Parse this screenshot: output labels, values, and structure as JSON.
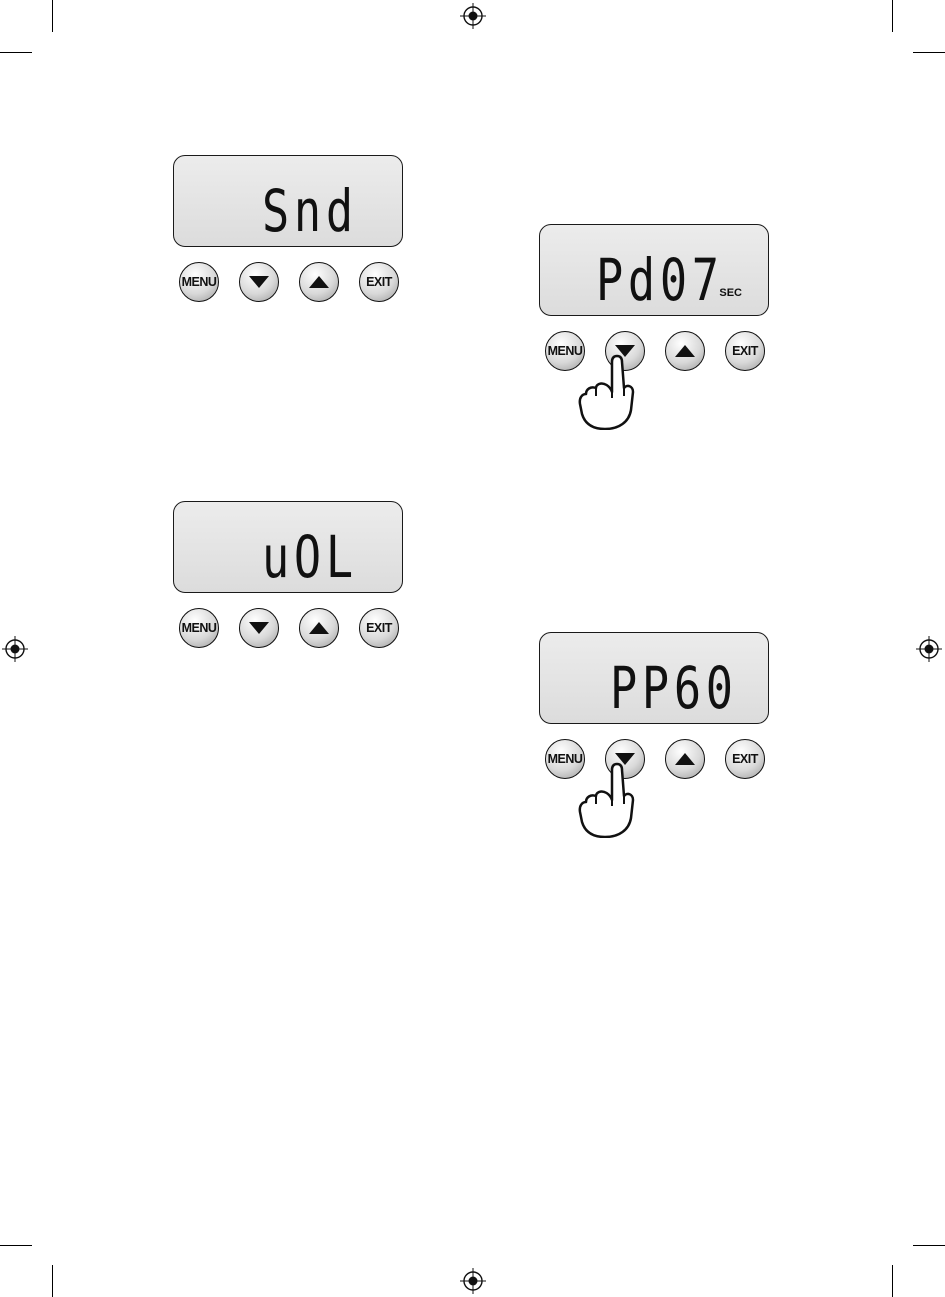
{
  "panels": [
    {
      "display": "Snd",
      "unit": "",
      "buttons": {
        "menu": "MENU",
        "exit": "EXIT"
      },
      "pressed": null
    },
    {
      "display": "Pd07",
      "unit": "SEC",
      "buttons": {
        "menu": "MENU",
        "exit": "EXIT"
      },
      "pressed": "down"
    },
    {
      "display": "uOL",
      "unit": "",
      "buttons": {
        "menu": "MENU",
        "exit": "EXIT"
      },
      "pressed": null
    },
    {
      "display": "PP60",
      "unit": "",
      "buttons": {
        "menu": "MENU",
        "exit": "EXIT"
      },
      "pressed": "down"
    }
  ],
  "icons": {
    "down": "triangle-down-icon",
    "up": "triangle-up-icon",
    "hand": "pointing-hand-icon",
    "registration": "registration-mark-icon"
  },
  "colors": {
    "ink": "#111111",
    "lcd": "#e4e4e4",
    "button": "#d9d9d9"
  }
}
